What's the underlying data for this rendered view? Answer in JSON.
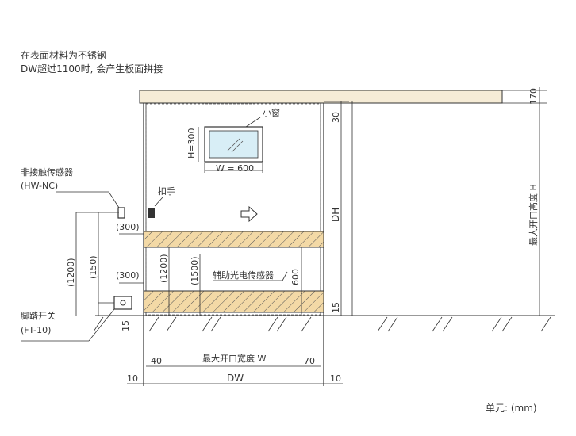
{
  "notes": {
    "line1": "在表面材料为不锈钢",
    "line2": "DW超过1100时, 会产生板面拼接"
  },
  "labels": {
    "window": "小窗",
    "window_h": "H=300",
    "window_w": "W = 600",
    "handle": "扣手",
    "sensor": "非接触传感器",
    "sensor_model": "(HW-NC)",
    "foot_switch": "脚踏开关",
    "foot_switch_model": "(FT-10)",
    "aux_sensor": "辅助光电传感器",
    "max_height": "最大开口高度 H",
    "max_width": "最大开口宽度 W",
    "dh": "DH",
    "dw": "DW",
    "unit": "单元: (mm)"
  },
  "dims": {
    "d170": "170",
    "d30": "30",
    "d15_right": "15",
    "d15_left": "15",
    "d300_a": "(300)",
    "d300_b": "(300)",
    "d1200_left": "(1200)",
    "d150": "(150)",
    "d1200_mid": "(1200)",
    "d1500": "(1500)",
    "d600": "600",
    "d40": "40",
    "d70": "70",
    "d10_left": "10",
    "d10_right": "10"
  },
  "colors": {
    "beam": "#f6ecd6",
    "hatch": "#f3d9a6",
    "window_glass": "#d8eef6",
    "line": "#333333"
  }
}
